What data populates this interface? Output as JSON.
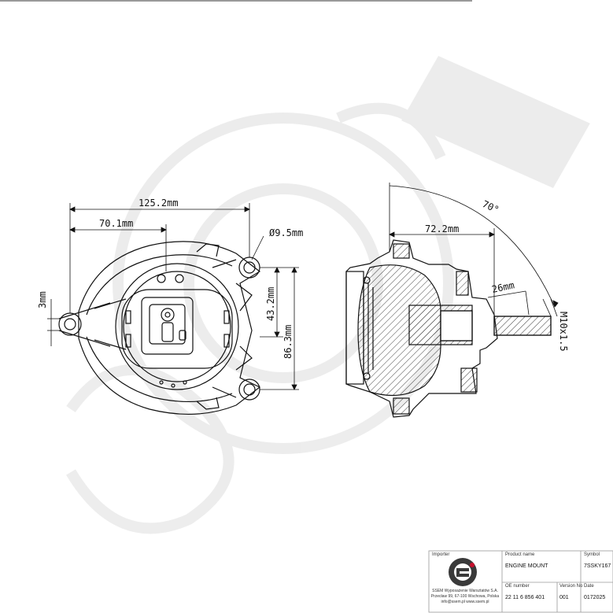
{
  "dimensions": {
    "overall_width": "125.2mm",
    "hole_offset": "70.1mm",
    "hole_diameter": "Ø9.5mm",
    "thickness": "3mm",
    "hole_spacing_inner": "43.2mm",
    "hole_spacing_outer": "86.3mm",
    "height": "72.2mm",
    "stud_length": "26mm",
    "thread": "M10x1.5",
    "angle": "70°"
  },
  "title_block": {
    "importer_label": "Importer",
    "product_name_label": "Product name",
    "product_name": "ENGINE MOUNT",
    "symbol_label": "Symbol",
    "symbol": "7SSKY167",
    "oe_number_label": "OE number",
    "oe_number": "22 11 6 856 401",
    "version_label": "Version No",
    "version": "001",
    "date_label": "Date",
    "date": "0172025",
    "company_lines": [
      "SSEM Wyposażenie Warsztatów S.A.",
      "Przecław 99, 67-100 Wschowa, Polska",
      "info@ssem.pl www.ssem.pl"
    ]
  }
}
